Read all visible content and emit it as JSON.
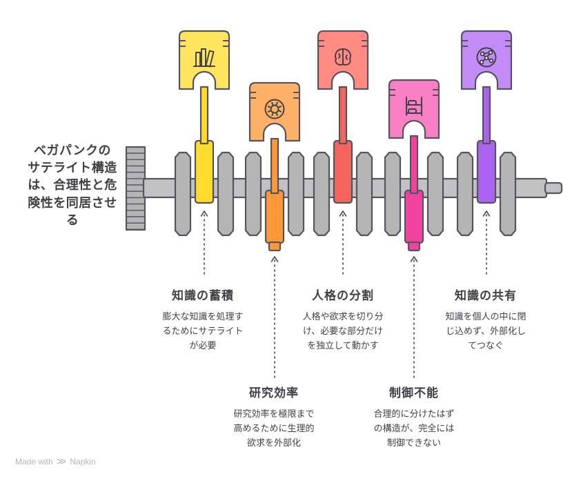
{
  "title": "ベガパンクの\nサテライト構造\nは、合理性と危\n険性を同居させ\nる",
  "items": [
    {
      "id": "knowledge-accumulation",
      "label": "知識の蓄積",
      "description": "膨大な知識を処理するためにサテライトが必要",
      "icon": "books-icon",
      "color_head": "#FFE45E",
      "color_rod": "#FFDB2E"
    },
    {
      "id": "research-efficiency",
      "label": "研究効率",
      "description": "研究効率を極限まで高めるために生理的欲求を外部化",
      "icon": "gear-icon",
      "color_head": "#FFB067",
      "color_rod": "#FF9838"
    },
    {
      "id": "personality-division",
      "label": "人格の分割",
      "description": "人格や欲求を切り分け、必要な部分だけを独立して動かす",
      "icon": "brain-icon",
      "color_head": "#FF8B82",
      "color_rod": "#F5655E"
    },
    {
      "id": "loss-of-control",
      "label": "制御不能",
      "description": "合理的に分けたはずの構造が、完全には制御できない",
      "icon": "bunk-bed-icon",
      "color_head": "#F97FC4",
      "color_rod": "#F2429F"
    },
    {
      "id": "knowledge-sharing",
      "label": "知識の共有",
      "description": "知識を個人の中に閉じ込めず、外部化してつなぐ",
      "icon": "network-icon",
      "color_head": "#C38BF5",
      "color_rod": "#AC63EF"
    }
  ],
  "footer": {
    "made_with": "Made with",
    "brand": "Napkin"
  },
  "colors": {
    "outline": "#54545E",
    "shaft": "#C2C2C2",
    "web": "#B5B5B5",
    "icon": "#3F3F46",
    "text": "#3F3F46",
    "muted": "#B6B6BA"
  }
}
